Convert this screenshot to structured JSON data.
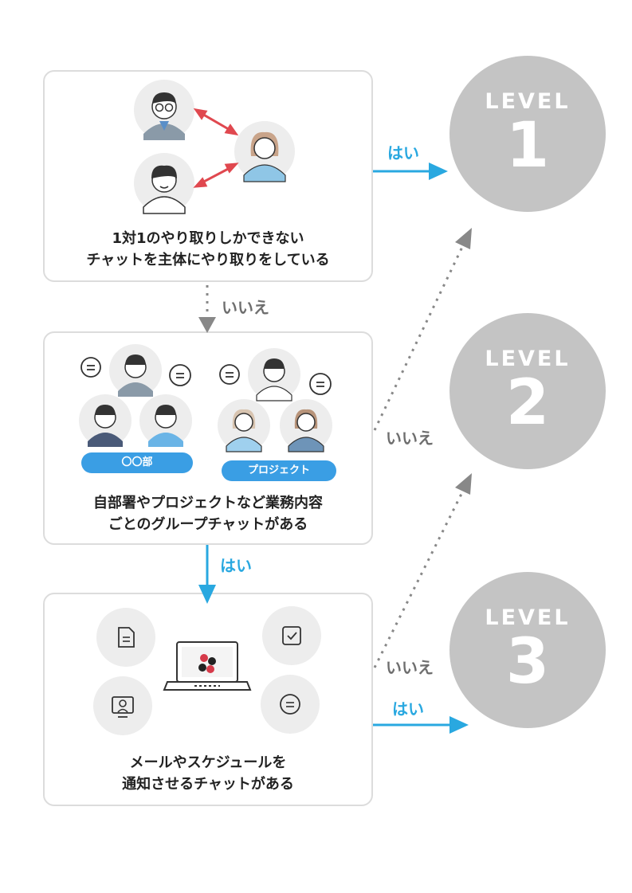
{
  "box1": {
    "line1": "1対1のやり取りしかできない",
    "line2": "チャットを主体にやり取りをしている"
  },
  "box2": {
    "line1": "自部署やプロジェクトなど業務内容",
    "line2": "ごとのグループチャットがある",
    "group_left_label": "〇〇部",
    "group_right_label": "プロジェクト"
  },
  "box3": {
    "line1": "メールやスケジュールを",
    "line2": "通知させるチャットがある"
  },
  "labels": {
    "yes1": "はい",
    "no1": "いいえ",
    "no2": "いいえ",
    "yes2": "はい",
    "no3": "いいえ",
    "yes3": "はい"
  },
  "levels": [
    {
      "text": "LEVEL",
      "number": "1"
    },
    {
      "text": "LEVEL",
      "number": "2"
    },
    {
      "text": "LEVEL",
      "number": "3"
    }
  ],
  "colors": {
    "blue": "#29a8e0",
    "gray": "#888888",
    "circle": "#c4c4c4",
    "red": "#e0484f",
    "pill": "#3a9ee4"
  },
  "icons": [
    "document-icon",
    "checkbox-icon",
    "monitor-user-icon",
    "chat-icon",
    "laptop-icon",
    "chat-bubble-icon"
  ]
}
